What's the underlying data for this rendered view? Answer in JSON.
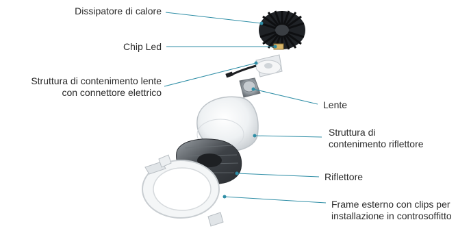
{
  "colors": {
    "leader": "#2f8ea6",
    "dot": "#2f8ea6",
    "text": "#2a2a2a"
  },
  "labels": {
    "heatsink": "Dissipatore di calore",
    "chip": "Chip Led",
    "lens_housing_1": "Struttura di contenimento lente",
    "lens_housing_2": "con connettore elettrico",
    "lens": "Lente",
    "reflector_housing_1": "Struttura di",
    "reflector_housing_2": "contenimento riflettore",
    "reflector": "Riflettore",
    "frame_1": "Frame esterno con clips per",
    "frame_2": "installazione in controsoffitto"
  }
}
